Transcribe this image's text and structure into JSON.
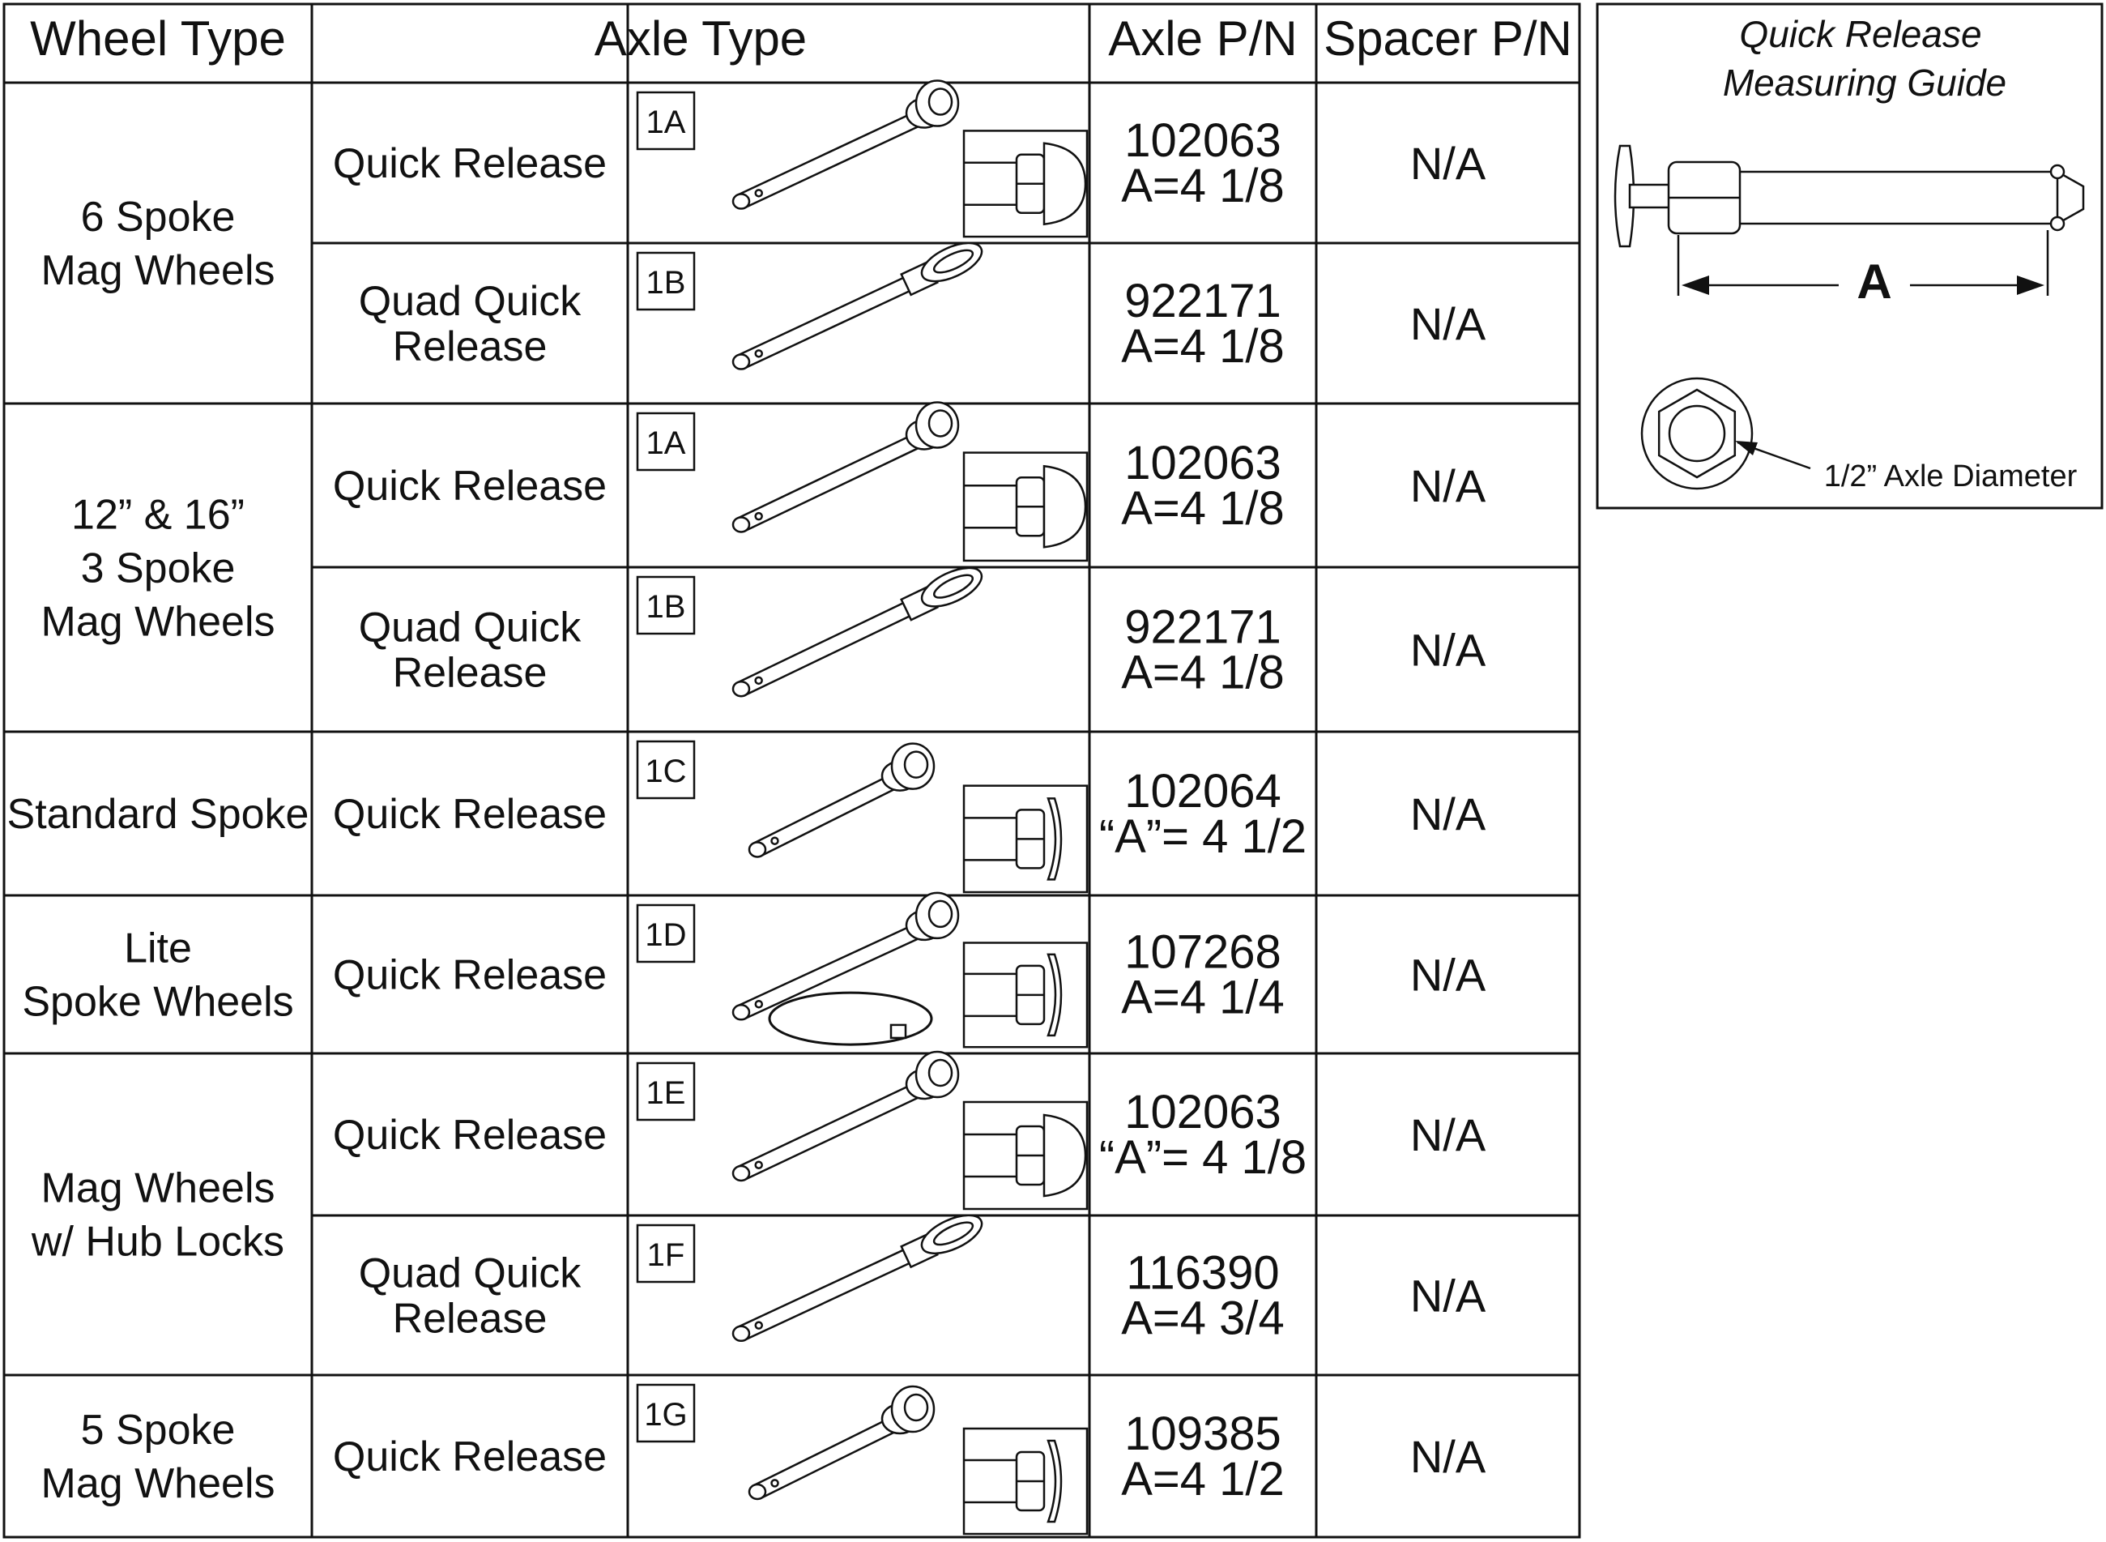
{
  "headers": {
    "wheel_type": "Wheel Type",
    "axle_type": "Axle Type",
    "axle_pn": "Axle P/N",
    "spacer_pn": "Spacer P/N"
  },
  "groups": [
    {
      "wheel": [
        "6 Spoke",
        "Mag Wheels"
      ]
    },
    {
      "wheel": [
        "12” & 16”",
        "3 Spoke",
        "Mag Wheels"
      ]
    },
    {
      "wheel": [
        "Standard Spoke"
      ]
    },
    {
      "wheel": [
        "Lite",
        "Spoke Wheels"
      ]
    },
    {
      "wheel": [
        "Mag Wheels",
        "w/ Hub Locks"
      ]
    },
    {
      "wheel": [
        "5 Spoke",
        "Mag Wheels"
      ]
    }
  ],
  "rows": [
    {
      "axle": [
        "Quick Release"
      ],
      "badge": "1A",
      "kind": "qr",
      "pn": "102063",
      "a": "A=4 1/8",
      "spacer": "N/A"
    },
    {
      "axle": [
        "Quad Quick",
        "Release"
      ],
      "badge": "1B",
      "kind": "quad",
      "pn": "922171",
      "a": "A=4 1/8",
      "spacer": "N/A"
    },
    {
      "axle": [
        "Quick Release"
      ],
      "badge": "1A",
      "kind": "qr",
      "pn": "102063",
      "a": "A=4 1/8",
      "spacer": "N/A"
    },
    {
      "axle": [
        "Quad Quick",
        "Release"
      ],
      "badge": "1B",
      "kind": "quad",
      "pn": "922171",
      "a": "A=4 1/8",
      "spacer": "N/A"
    },
    {
      "axle": [
        "Quick Release"
      ],
      "badge": "1C",
      "kind": "short",
      "pn": "102064",
      "a": "“A”= 4 1/2",
      "spacer": "N/A"
    },
    {
      "axle": [
        "Quick Release"
      ],
      "badge": "1D",
      "kind": "ring",
      "pn": "107268",
      "a": "A=4 1/4",
      "spacer": "N/A"
    },
    {
      "axle": [
        "Quick Release"
      ],
      "badge": "1E",
      "kind": "qr",
      "pn": "102063",
      "a": "“A”= 4 1/8",
      "spacer": "N/A"
    },
    {
      "axle": [
        "Quad Quick",
        "Release"
      ],
      "badge": "1F",
      "kind": "quad",
      "pn": "116390",
      "a": "A=4 3/4",
      "spacer": "N/A"
    },
    {
      "axle": [
        "Quick Release"
      ],
      "badge": "1G",
      "kind": "short",
      "pn": "109385",
      "a": "A=4 1/2",
      "spacer": "N/A"
    }
  ],
  "guide": {
    "title_line1": "Quick Release",
    "title_line2": "Measuring Guide",
    "dimension_label": "A",
    "diameter_label": "1/2” Axle Diameter"
  }
}
